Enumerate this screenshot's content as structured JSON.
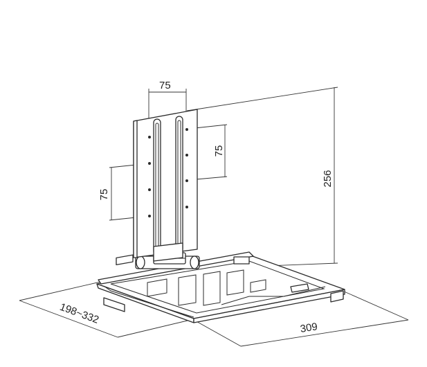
{
  "dimensions": {
    "top_spacing": "75",
    "right_spacing": "75",
    "left_spacing": "75",
    "height": "256",
    "depth": "198~332",
    "width": "309"
  }
}
